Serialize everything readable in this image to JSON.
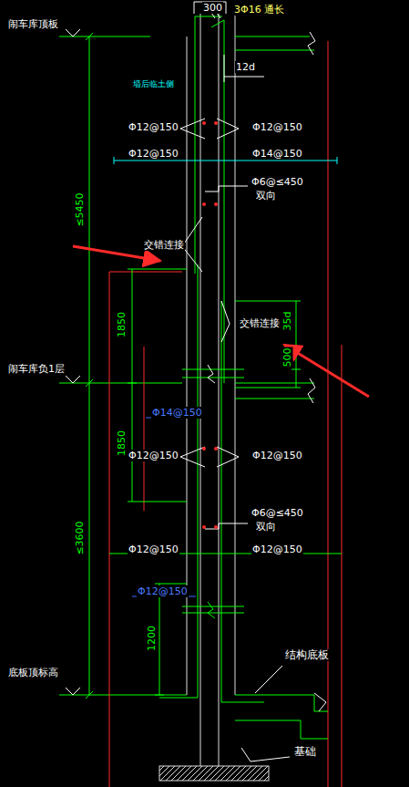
{
  "diagram": {
    "labels": [
      "闹车库顶板",
      "300",
      "3Φ16 通长",
      "12d",
      "墙后临土侧",
      "Φ12@150",
      "Φ12@150",
      "Φ12@150",
      "Φ14@150",
      "Φ6@≤450",
      "双向",
      "≤5450",
      "交错连接",
      "1850",
      "交错连接",
      "35d",
      "500",
      "闹车库负1层",
      "Φ14@150",
      "1850",
      "Φ12@150",
      "Φ12@150",
      "Φ6@≤450",
      "双向",
      "Φ12@150",
      "Φ12@150",
      "≤3600",
      "Φ12@150",
      "1200",
      "底板顶标高",
      "结构底板",
      "基础"
    ]
  }
}
